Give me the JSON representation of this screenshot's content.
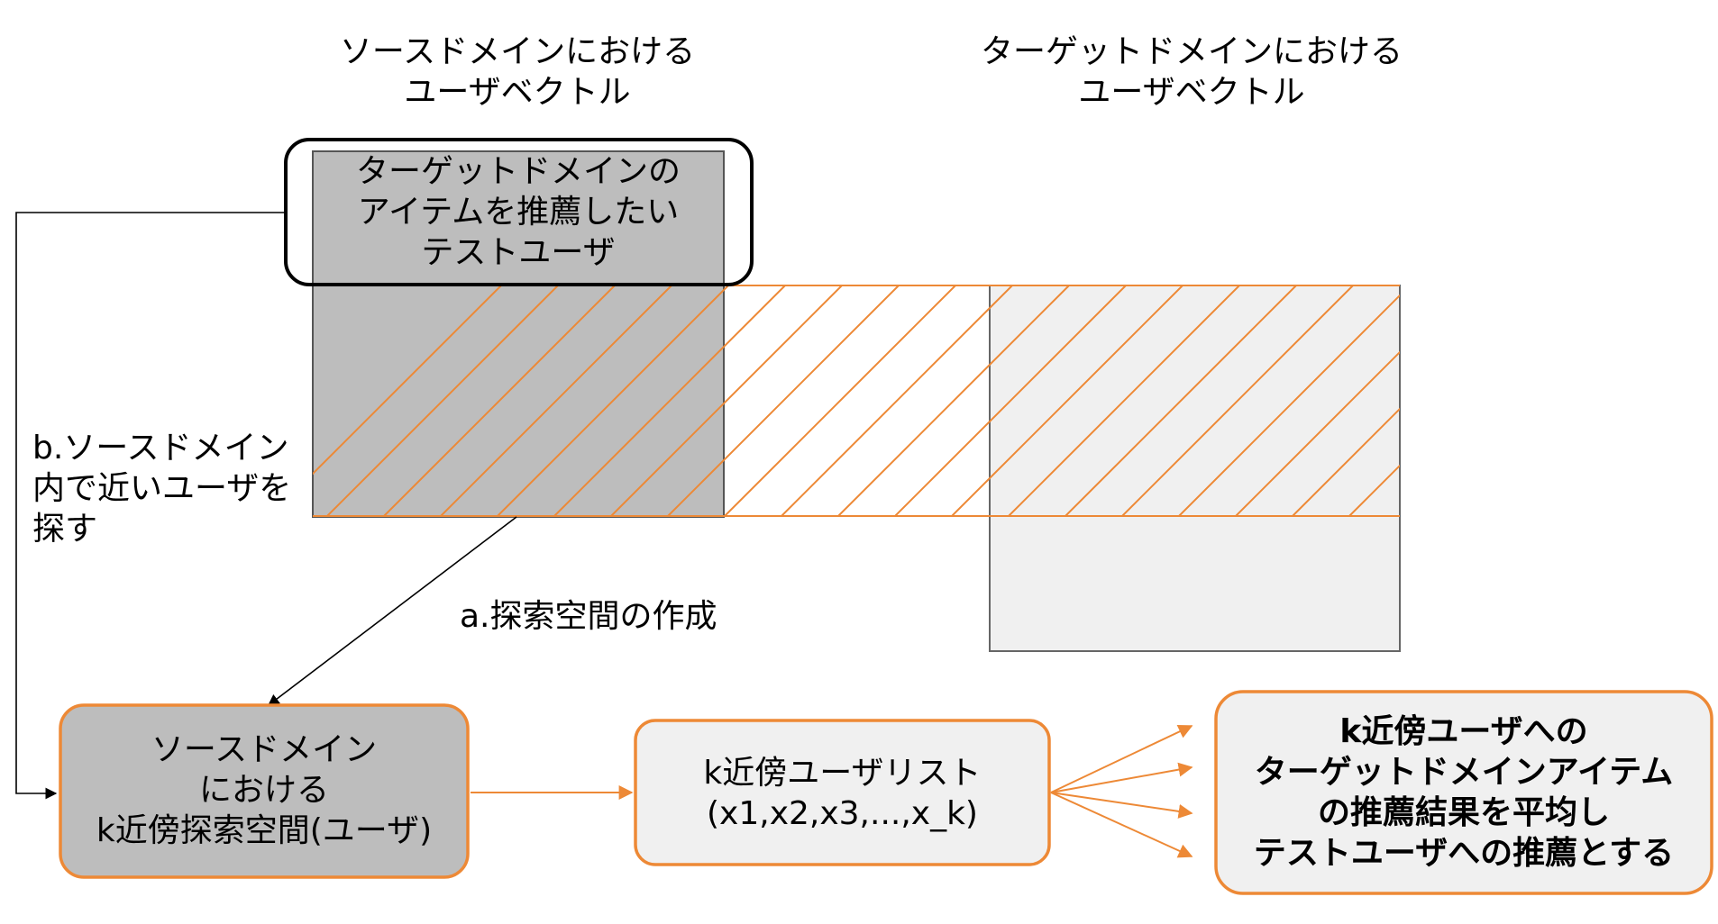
{
  "headers": {
    "source": [
      "ソースドメインにおける",
      "ユーザベクトル"
    ],
    "target": [
      "ターゲットドメインにおける",
      "ユーザベクトル"
    ]
  },
  "test_user": [
    "ターゲットドメインの",
    "アイテムを推薦したい",
    "テストユーザ"
  ],
  "step_a": "a.探索空間の作成",
  "step_b": [
    "b.ソースドメイン",
    "内で近いユーザを",
    "探す"
  ],
  "knn_space": [
    "ソースドメイン",
    "における",
    "k近傍探索空間(ユーザ)"
  ],
  "knn_list": [
    "k近傍ユーザリスト",
    "(x1,x2,x3,...,x_k)"
  ],
  "result": [
    "k近傍ユーザへの",
    "ターゲットドメインアイテム",
    "の推薦結果を平均し",
    "テストユーザへの推薦とする"
  ],
  "colors": {
    "accent": "#ED8936",
    "dark_gray": "#BDBDBD",
    "light_gray": "#F0F0F0",
    "border_gray": "#666666",
    "line": "#000000"
  }
}
